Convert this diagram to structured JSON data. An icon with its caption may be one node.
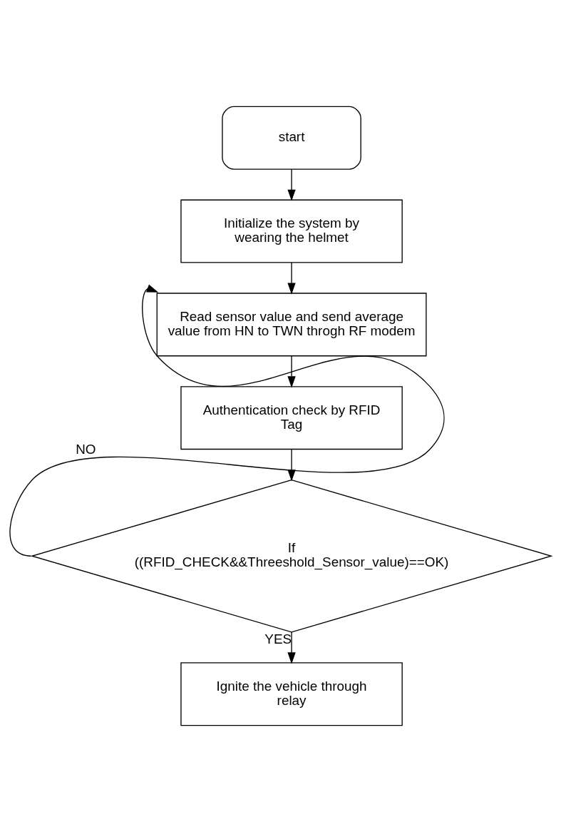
{
  "diagram": {
    "nodes": [
      {
        "text": [
          "start"
        ]
      },
      {
        "text": [
          "Initialize the system by wearing the helmet"
        ]
      },
      {
        "text": [
          "Read sensor value and send average value from HN to TWN throgh RF modem"
        ]
      },
      {
        "text": [
          "Authentication check by RFID Tag"
        ]
      },
      {
        "text": [
          "If ((RFID_CHECK&&Threeshold_Sensor_value)==OK)"
        ]
      },
      {
        "text": [
          "Ignite the vehicle through relay"
        ]
      }
    ],
    "edges": [
      {
        "from": 0,
        "to": 1,
        "arrow": "to"
      },
      {
        "from": 1,
        "to": 2,
        "arrow": "to"
      },
      {
        "from": 2,
        "to": 3,
        "arrow": "to"
      },
      {
        "from": 3,
        "to": 4,
        "arrow": "to"
      },
      {
        "from": 4,
        "to": 2,
        "arrow": "to",
        "label": "NO"
      },
      {
        "from": 4,
        "to": 5,
        "arrow": "to",
        "label": "YES"
      }
    ]
  }
}
